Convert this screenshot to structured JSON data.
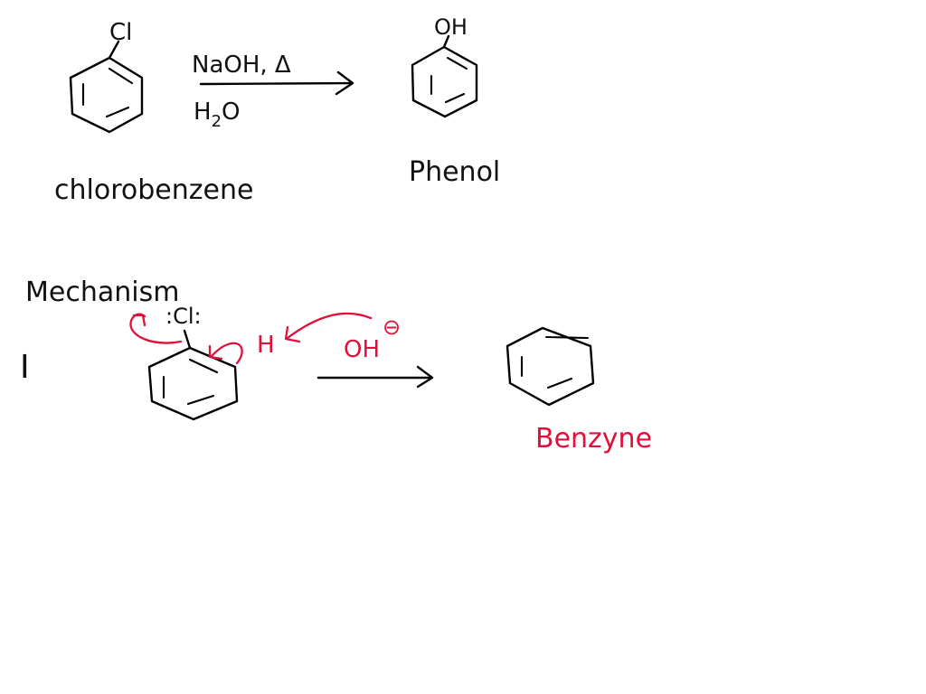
{
  "reaction": {
    "reactant_label": "chlorobenzene",
    "reactant_substituent": "Cl",
    "reagent_top": "NaOH, Δ",
    "reagent_bottom_main": "H",
    "reagent_bottom_sub": "2",
    "reagent_bottom_end": "O",
    "product_label": "Phenol",
    "product_substituent": "OH"
  },
  "mechanism": {
    "heading": "Mechanism",
    "step_numeral": "I",
    "leaving_group": ":Cl:",
    "proton": "H",
    "base": "OH",
    "base_charge": "⊖",
    "product_label": "Benzyne"
  },
  "colors": {
    "ink": "#000000",
    "accent": "#e0103a"
  }
}
